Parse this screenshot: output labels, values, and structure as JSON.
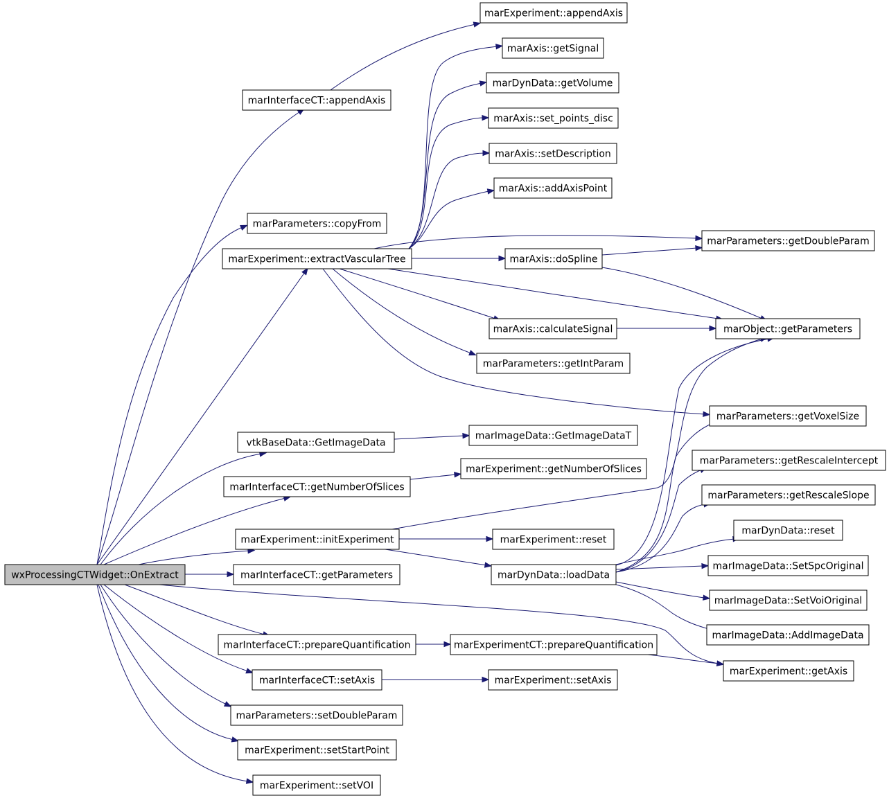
{
  "graph": {
    "colors": {
      "edge": "#191970",
      "root_fill": "#bfbfbf",
      "node_fill": "#ffffff",
      "node_border": "#000000"
    },
    "nodes": [
      {
        "id": "n0",
        "label": "wxProcessingCTWidget::OnExtract",
        "root": true
      },
      {
        "id": "n1",
        "label": "marInterfaceCT::appendAxis"
      },
      {
        "id": "n2",
        "label": "marExperiment::appendAxis"
      },
      {
        "id": "n3",
        "label": "marParameters::copyFrom"
      },
      {
        "id": "n4",
        "label": "marExperiment::extractVascularTree"
      },
      {
        "id": "n5",
        "label": "marAxis::getSignal"
      },
      {
        "id": "n6",
        "label": "marDynData::getVolume"
      },
      {
        "id": "n7",
        "label": "marAxis::set_points_disc"
      },
      {
        "id": "n8",
        "label": "marAxis::setDescription"
      },
      {
        "id": "n9",
        "label": "marAxis::addAxisPoint"
      },
      {
        "id": "n10",
        "label": "marParameters::getDoubleParam"
      },
      {
        "id": "n11",
        "label": "marAxis::doSpline"
      },
      {
        "id": "n12",
        "label": "marObject::getParameters"
      },
      {
        "id": "n13",
        "label": "marAxis::calculateSignal"
      },
      {
        "id": "n14",
        "label": "marParameters::getIntParam"
      },
      {
        "id": "n15",
        "label": "marParameters::getVoxelSize"
      },
      {
        "id": "n16",
        "label": "vtkBaseData::GetImageData"
      },
      {
        "id": "n17",
        "label": "marImageData::GetImageDataT"
      },
      {
        "id": "n18",
        "label": "marInterfaceCT::getNumberOfSlices"
      },
      {
        "id": "n19",
        "label": "marExperiment::getNumberOfSlices"
      },
      {
        "id": "n20",
        "label": "marParameters::getRescaleIntercept"
      },
      {
        "id": "n21",
        "label": "marParameters::getRescaleSlope"
      },
      {
        "id": "n22",
        "label": "marExperiment::initExperiment"
      },
      {
        "id": "n23",
        "label": "marExperiment::reset"
      },
      {
        "id": "n24",
        "label": "marDynData::reset"
      },
      {
        "id": "n25",
        "label": "marDynData::loadData"
      },
      {
        "id": "n26",
        "label": "marInterfaceCT::getParameters"
      },
      {
        "id": "n27",
        "label": "marImageData::SetSpcOriginal"
      },
      {
        "id": "n28",
        "label": "marImageData::SetVoiOriginal"
      },
      {
        "id": "n29",
        "label": "marImageData::AddImageData"
      },
      {
        "id": "n30",
        "label": "marInterfaceCT::prepareQuantification"
      },
      {
        "id": "n31",
        "label": "marExperimentCT::prepareQuantification"
      },
      {
        "id": "n32",
        "label": "marExperiment::getAxis"
      },
      {
        "id": "n33",
        "label": "marInterfaceCT::setAxis"
      },
      {
        "id": "n34",
        "label": "marExperiment::setAxis"
      },
      {
        "id": "n35",
        "label": "marParameters::setDoubleParam"
      },
      {
        "id": "n36",
        "label": "marExperiment::setStartPoint"
      },
      {
        "id": "n37",
        "label": "marExperiment::setVOI"
      }
    ],
    "edges": [
      [
        "n0",
        "n1"
      ],
      [
        "n0",
        "n3"
      ],
      [
        "n0",
        "n4"
      ],
      [
        "n0",
        "n16"
      ],
      [
        "n0",
        "n18"
      ],
      [
        "n0",
        "n22"
      ],
      [
        "n0",
        "n26"
      ],
      [
        "n0",
        "n30"
      ],
      [
        "n0",
        "n33"
      ],
      [
        "n0",
        "n35"
      ],
      [
        "n0",
        "n36"
      ],
      [
        "n0",
        "n37"
      ],
      [
        "n0",
        "n32"
      ],
      [
        "n1",
        "n2"
      ],
      [
        "n4",
        "n5"
      ],
      [
        "n4",
        "n6"
      ],
      [
        "n4",
        "n7"
      ],
      [
        "n4",
        "n8"
      ],
      [
        "n4",
        "n9"
      ],
      [
        "n4",
        "n10"
      ],
      [
        "n4",
        "n11"
      ],
      [
        "n4",
        "n12"
      ],
      [
        "n4",
        "n13"
      ],
      [
        "n4",
        "n14"
      ],
      [
        "n4",
        "n15"
      ],
      [
        "n11",
        "n10"
      ],
      [
        "n11",
        "n12"
      ],
      [
        "n13",
        "n12"
      ],
      [
        "n16",
        "n17"
      ],
      [
        "n18",
        "n19"
      ],
      [
        "n22",
        "n23"
      ],
      [
        "n22",
        "n25"
      ],
      [
        "n22",
        "n12"
      ],
      [
        "n25",
        "n12"
      ],
      [
        "n25",
        "n15"
      ],
      [
        "n25",
        "n20"
      ],
      [
        "n25",
        "n21"
      ],
      [
        "n25",
        "n24"
      ],
      [
        "n25",
        "n27"
      ],
      [
        "n25",
        "n28"
      ],
      [
        "n25",
        "n29"
      ],
      [
        "n30",
        "n31"
      ],
      [
        "n31",
        "n32"
      ],
      [
        "n33",
        "n34"
      ]
    ]
  }
}
